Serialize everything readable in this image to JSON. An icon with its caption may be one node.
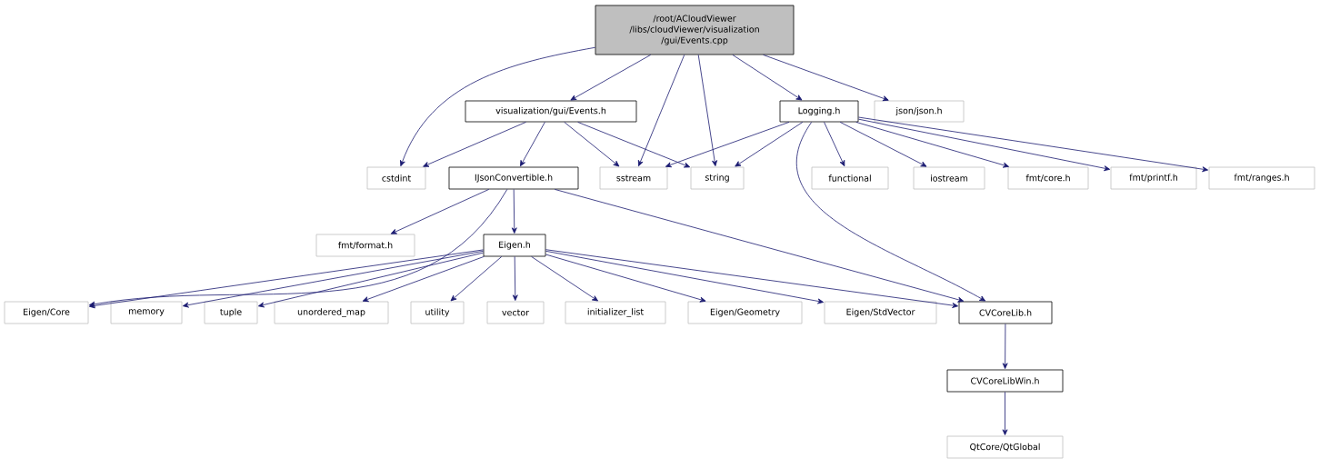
{
  "diagram": {
    "nodes": [
      {
        "text": [
          "/root/ACloudViewer /libs/cloudViewer/visualization /gui/Events.cpp"
        ]
      },
      {
        "text": [
          "visualization/gui/Events.h"
        ]
      },
      {
        "text": [
          "Logging.h"
        ]
      },
      {
        "text": [
          "json/json.h"
        ]
      },
      {
        "text": [
          "cstdint"
        ]
      },
      {
        "text": [
          "IJsonConvertible.h"
        ]
      },
      {
        "text": [
          "sstream"
        ]
      },
      {
        "text": [
          "string"
        ]
      },
      {
        "text": [
          "functional"
        ]
      },
      {
        "text": [
          "iostream"
        ]
      },
      {
        "text": [
          "fmt/core.h"
        ]
      },
      {
        "text": [
          "fmt/printf.h"
        ]
      },
      {
        "text": [
          "fmt/ranges.h"
        ]
      },
      {
        "text": [
          "fmt/format.h"
        ]
      },
      {
        "text": [
          "Eigen.h"
        ]
      },
      {
        "text": [
          "Eigen/Core"
        ]
      },
      {
        "text": [
          "memory"
        ]
      },
      {
        "text": [
          "tuple"
        ]
      },
      {
        "text": [
          "unordered_map"
        ]
      },
      {
        "text": [
          "utility"
        ]
      },
      {
        "text": [
          "vector"
        ]
      },
      {
        "text": [
          "initializer_list"
        ]
      },
      {
        "text": [
          "Eigen/Geometry"
        ]
      },
      {
        "text": [
          "Eigen/StdVector"
        ]
      },
      {
        "text": [
          "CVCoreLib.h"
        ]
      },
      {
        "text": [
          "CVCoreLibWin.h"
        ]
      },
      {
        "text": [
          "QtCore/QtGlobal"
        ]
      }
    ],
    "edges": [
      {
        "from": 0,
        "to": 4,
        "arrow": "to"
      },
      {
        "from": 0,
        "to": 1,
        "arrow": "to"
      },
      {
        "from": 0,
        "to": 6,
        "arrow": "to"
      },
      {
        "from": 0,
        "to": 7,
        "arrow": "to"
      },
      {
        "from": 0,
        "to": 2,
        "arrow": "to"
      },
      {
        "from": 0,
        "to": 3,
        "arrow": "to"
      },
      {
        "from": 1,
        "to": 4,
        "arrow": "to"
      },
      {
        "from": 1,
        "to": 5,
        "arrow": "to"
      },
      {
        "from": 1,
        "to": 6,
        "arrow": "to"
      },
      {
        "from": 1,
        "to": 7,
        "arrow": "to"
      },
      {
        "from": 2,
        "to": 6,
        "arrow": "to"
      },
      {
        "from": 2,
        "to": 7,
        "arrow": "to"
      },
      {
        "from": 2,
        "to": 8,
        "arrow": "to"
      },
      {
        "from": 2,
        "to": 9,
        "arrow": "to"
      },
      {
        "from": 2,
        "to": 10,
        "arrow": "to"
      },
      {
        "from": 2,
        "to": 11,
        "arrow": "to"
      },
      {
        "from": 2,
        "to": 12,
        "arrow": "to"
      },
      {
        "from": 2,
        "to": 24,
        "arrow": "to"
      },
      {
        "from": 5,
        "to": 13,
        "arrow": "to"
      },
      {
        "from": 5,
        "to": 15,
        "arrow": "to"
      },
      {
        "from": 5,
        "to": 14,
        "arrow": "to"
      },
      {
        "from": 5,
        "to": 24,
        "arrow": "to"
      },
      {
        "from": 14,
        "to": 15,
        "arrow": "to"
      },
      {
        "from": 14,
        "to": 16,
        "arrow": "to"
      },
      {
        "from": 14,
        "to": 17,
        "arrow": "to"
      },
      {
        "from": 14,
        "to": 18,
        "arrow": "to"
      },
      {
        "from": 14,
        "to": 19,
        "arrow": "to"
      },
      {
        "from": 14,
        "to": 20,
        "arrow": "to"
      },
      {
        "from": 14,
        "to": 21,
        "arrow": "to"
      },
      {
        "from": 14,
        "to": 22,
        "arrow": "to"
      },
      {
        "from": 14,
        "to": 23,
        "arrow": "to"
      },
      {
        "from": 14,
        "to": 24,
        "arrow": "to"
      },
      {
        "from": 24,
        "to": 25,
        "arrow": "to"
      },
      {
        "from": 25,
        "to": 26,
        "arrow": "to"
      }
    ]
  }
}
